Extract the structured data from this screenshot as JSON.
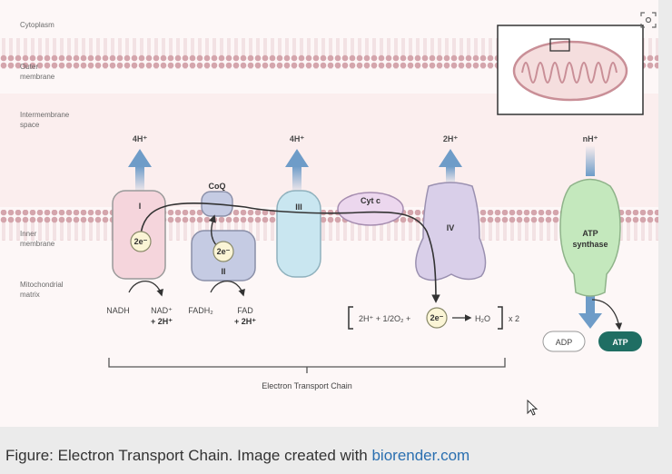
{
  "regions": {
    "cytoplasm": "Cytoplasm",
    "outer_membrane": [
      "Outer",
      "membrane"
    ],
    "intermembrane_space": [
      "Intermembrane",
      "space"
    ],
    "inner_membrane": [
      "Inner",
      "membrane"
    ],
    "matrix": [
      "Mitochondrial",
      "matrix"
    ]
  },
  "protons": {
    "c1": "4H⁺",
    "c3": "4H⁺",
    "c4": "2H⁺",
    "atp": "nH⁺"
  },
  "complexes": {
    "c1": "I",
    "coq": "CoQ",
    "c2": "II",
    "c3": "III",
    "cytc": "Cyt c",
    "c4": "IV",
    "atp_synthase": [
      "ATP",
      "synthase"
    ]
  },
  "electron": "2e⁻",
  "substrates": {
    "nadh": "NADH",
    "nad": [
      "NAD⁺",
      "+ 2H⁺"
    ],
    "fadh2": "FADH₂",
    "fad": [
      "FAD",
      "+ 2H⁺"
    ]
  },
  "reaction": {
    "left": "2H⁺ + 1/2O₂ +",
    "product": "H₂O",
    "multiplier": "x 2"
  },
  "atp_row": {
    "adp": "ADP",
    "atp": "ATP"
  },
  "bracket_label": "Electron Transport Chain",
  "caption": {
    "text": "Figure: Electron Transport Chain. Image created with ",
    "link": "biorender.com"
  },
  "icons": {
    "focus": "focus-frame-icon",
    "cursor": "mouse-pointer-icon"
  },
  "colors": {
    "membrane_head": "#d4a5ac",
    "complex_1": "#f5d5dc",
    "complex_2": "#c5cbe3",
    "complex_3": "#c9e6f0",
    "complex_4": "#d9cfe9",
    "atp_synthase": "#c4e8bd",
    "arrow_blue": "#6e9cc8",
    "atp_badge": "#1f6e63"
  }
}
